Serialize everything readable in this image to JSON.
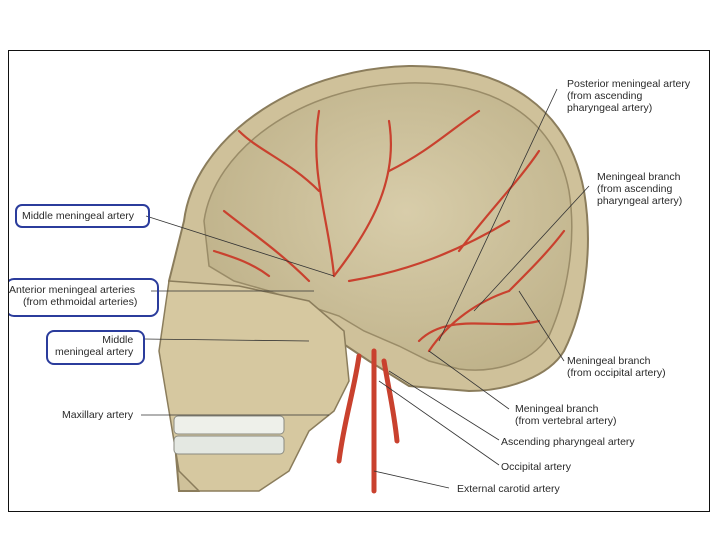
{
  "labels": {
    "posterior_meningeal": [
      "Posterior meningeal artery",
      "(from ascending",
      "pharyngeal artery)"
    ],
    "meningeal_branch_asc_phar": [
      "Meningeal branch",
      "(from ascending",
      "pharyngeal artery)"
    ],
    "middle_meningeal_top": [
      "Middle meningeal artery"
    ],
    "anterior_meningeal": [
      "Anterior meningeal arteries",
      "(from ethmoidal arteries)"
    ],
    "middle_meningeal_lower": [
      "Middle",
      "meningeal artery"
    ],
    "maxillary": [
      "Maxillary artery"
    ],
    "meningeal_branch_occipital": [
      "Meningeal branch",
      "(from occipital artery)"
    ],
    "meningeal_branch_vertebral": [
      "Meningeal branch",
      "(from vertebral artery)"
    ],
    "ascending_pharyngeal": [
      "Ascending pharyngeal artery"
    ],
    "occipital": [
      "Occipital artery"
    ],
    "external_carotid": [
      "External carotid artery"
    ]
  },
  "colors": {
    "annotation_outline": "#2b3c9c",
    "bone": "#d9cba3",
    "artery": "#c9412e"
  }
}
